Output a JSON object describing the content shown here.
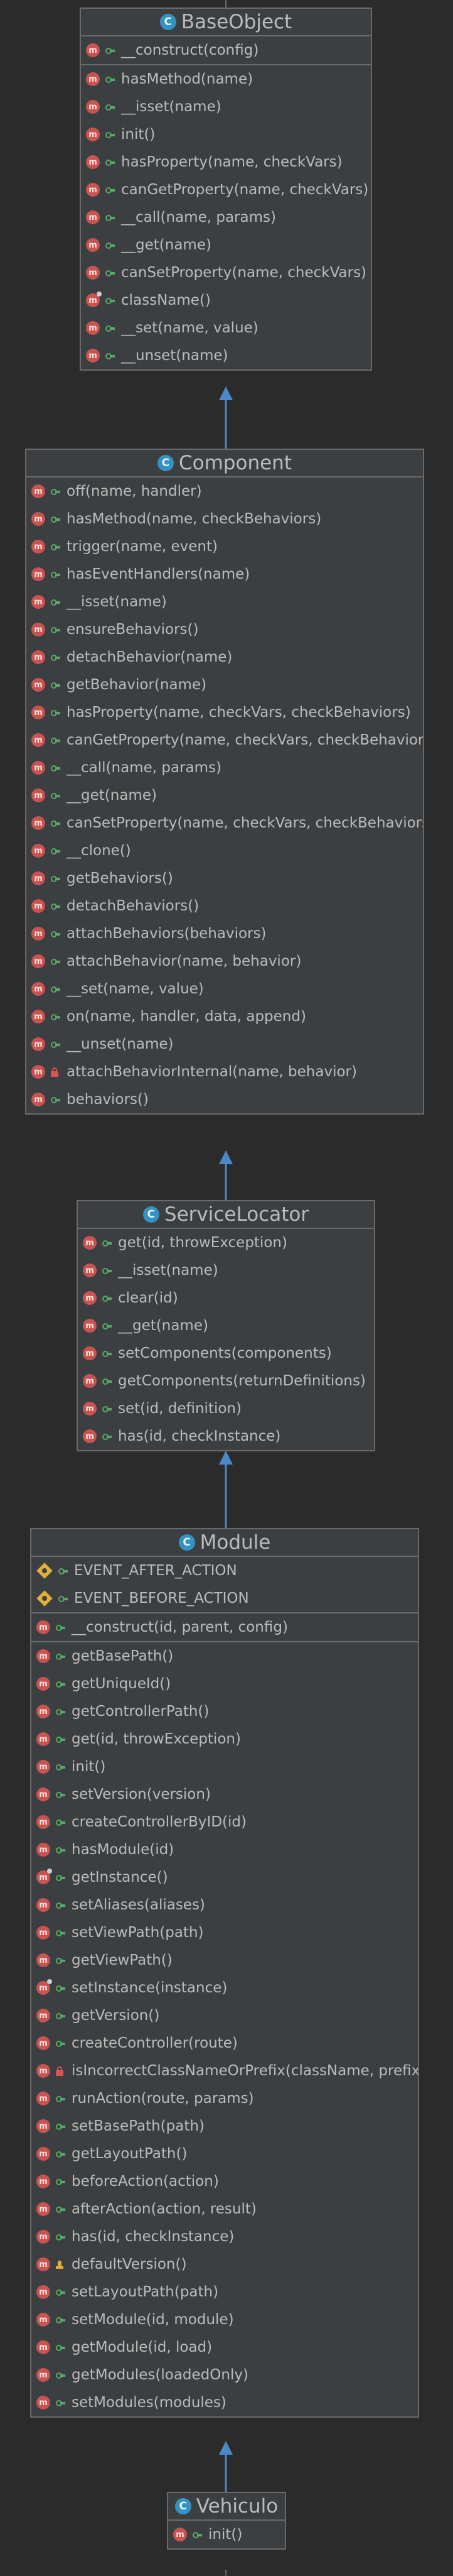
{
  "icons": {
    "class": "C",
    "method": "m"
  },
  "colors": {
    "background": "#2b2b2b",
    "class_box": "#3c3f41",
    "border": "#6a6a6a",
    "connector": "#4a88c7",
    "class_icon": "#3592c4",
    "method_icon": "#c75450",
    "public": "#59a869",
    "private": "#d9534f",
    "protected": "#e0b03a"
  },
  "classes": {
    "base_object": {
      "name": "BaseObject",
      "members": [
        [
          "__construct(config)"
        ],
        [
          "hasMethod(name)",
          "__isset(name)",
          "init()",
          "hasProperty(name, checkVars)",
          "canGetProperty(name, checkVars)",
          "__call(name, params)",
          "__get(name)",
          "canSetProperty(name, checkVars)",
          "className()",
          "__set(name, value)",
          "__unset(name)"
        ]
      ]
    },
    "component": {
      "name": "Component",
      "members": [
        [
          "off(name, handler)",
          "hasMethod(name, checkBehaviors)",
          "trigger(name, event)",
          "hasEventHandlers(name)",
          "__isset(name)",
          "ensureBehaviors()",
          "detachBehavior(name)",
          "getBehavior(name)",
          "hasProperty(name, checkVars, checkBehaviors)",
          "canGetProperty(name, checkVars, checkBehaviors)",
          "__call(name, params)",
          "__get(name)",
          "canSetProperty(name, checkVars, checkBehaviors)",
          "__clone()",
          "getBehaviors()",
          "detachBehaviors()",
          "attachBehaviors(behaviors)",
          "attachBehavior(name, behavior)",
          "__set(name, value)",
          "on(name, handler, data, append)",
          "__unset(name)",
          "attachBehaviorInternal(name, behavior)",
          "behaviors()"
        ]
      ]
    },
    "service_locator": {
      "name": "ServiceLocator",
      "members": [
        [
          "get(id, throwException)",
          "__isset(name)",
          "clear(id)",
          "__get(name)",
          "setComponents(components)",
          "getComponents(returnDefinitions)",
          "set(id, definition)",
          "has(id, checkInstance)"
        ]
      ]
    },
    "module": {
      "name": "Module",
      "members": [
        [
          "EVENT_AFTER_ACTION",
          "EVENT_BEFORE_ACTION"
        ],
        [
          "__construct(id, parent, config)"
        ],
        [
          "getBasePath()",
          "getUniqueId()",
          "getControllerPath()",
          "get(id, throwException)",
          "init()",
          "setVersion(version)",
          "createControllerByID(id)",
          "hasModule(id)",
          "getInstance()",
          "setAliases(aliases)",
          "setViewPath(path)",
          "getViewPath()",
          "setInstance(instance)",
          "getVersion()",
          "createController(route)",
          "isIncorrectClassNameOrPrefix(className, prefix)",
          "runAction(route, params)",
          "setBasePath(path)",
          "getLayoutPath()",
          "beforeAction(action)",
          "afterAction(action, result)",
          "has(id, checkInstance)",
          "defaultVersion()",
          "setLayoutPath(path)",
          "setModule(id, module)",
          "getModule(id, load)",
          "getModules(loadedOnly)",
          "setModules(modules)"
        ]
      ]
    },
    "vehiculo": {
      "name": "Vehiculo",
      "members": [
        [
          "init()"
        ]
      ]
    }
  }
}
